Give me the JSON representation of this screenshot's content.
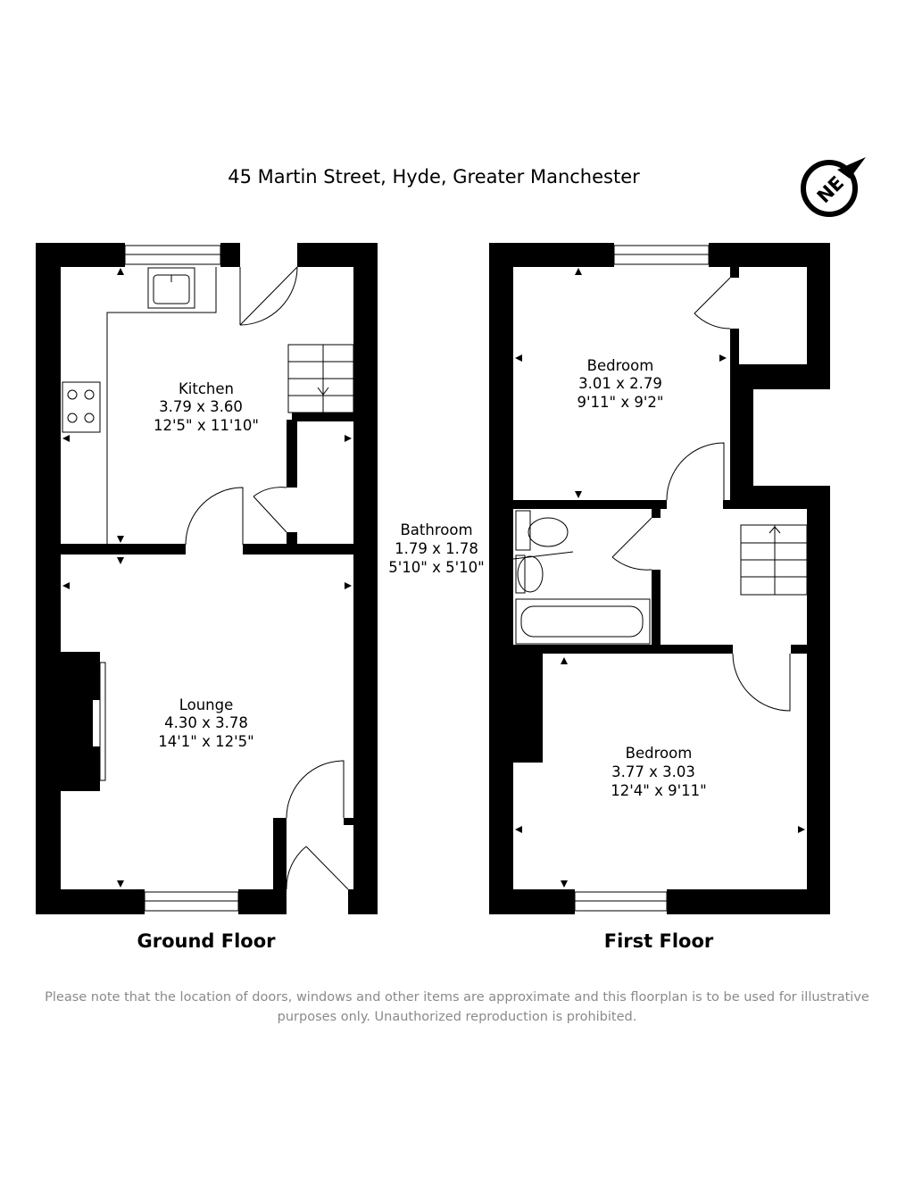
{
  "title": "45 Martin Street, Hyde, Greater Manchester",
  "compass": {
    "label": "NE"
  },
  "floors": [
    {
      "label": "Ground Floor"
    },
    {
      "label": "First Floor"
    }
  ],
  "rooms": {
    "kitchen": {
      "name": "Kitchen",
      "metric": "3.79 x 3.60",
      "imperial": "12'5\" x 11'10\""
    },
    "lounge": {
      "name": "Lounge",
      "metric": "4.30 x 3.78",
      "imperial": "14'1\" x 12'5\""
    },
    "bedroom1": {
      "name": "Bedroom",
      "metric": "3.01 x 2.79",
      "imperial": "9'11\" x 9'2\""
    },
    "bathroom": {
      "name": "Bathroom",
      "metric": "1.79 x 1.78",
      "imperial": "5'10\" x 5'10\""
    },
    "bedroom2": {
      "name": "Bedroom",
      "metric": "3.77 x 3.03",
      "imperial": "12'4\" x 9'11\""
    }
  },
  "disclaimer": {
    "line1": "Please note that the location of doors, windows and other items are approximate and this floorplan is to be used for illustrative",
    "line2": "purposes only. Unauthorized reproduction is prohibited."
  }
}
